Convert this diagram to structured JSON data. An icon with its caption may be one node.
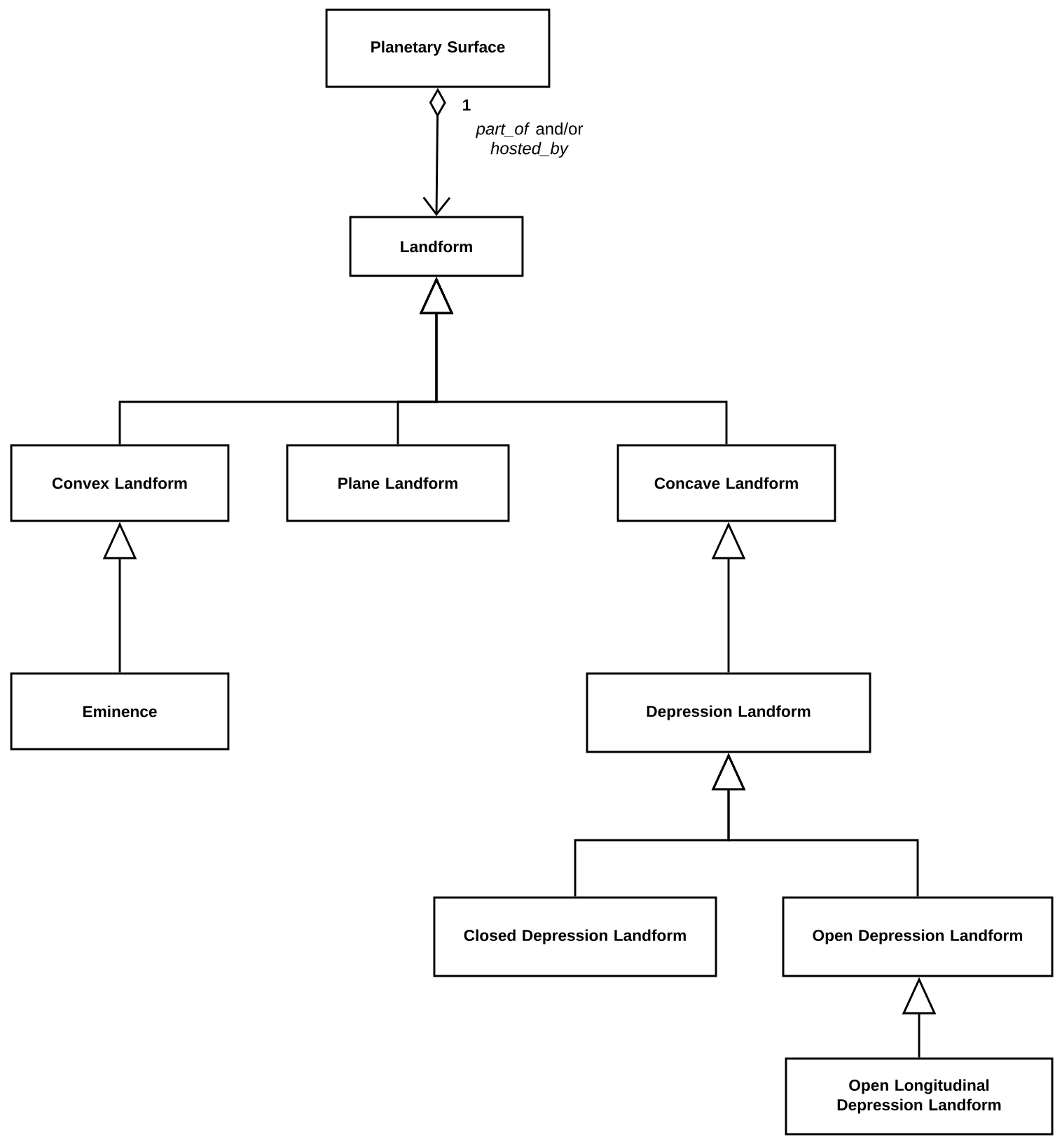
{
  "diagram": {
    "nodes": [
      {
        "text": [
          "Planetary Surface"
        ]
      },
      {
        "text": [
          "Landform"
        ]
      },
      {
        "text": [
          "Convex Landform"
        ]
      },
      {
        "text": [
          "Plane Landform"
        ]
      },
      {
        "text": [
          "Concave Landform"
        ]
      },
      {
        "text": [
          "Eminence"
        ]
      },
      {
        "text": [
          "Depression Landform"
        ]
      },
      {
        "text": [
          "Closed Depression Landform"
        ]
      },
      {
        "text": [
          "Open Depression Landform"
        ]
      },
      {
        "text": [
          "Open Longitudinal Depression Landform"
        ]
      }
    ],
    "edges": [
      {
        "from": 0,
        "to": 1,
        "arrow": "to",
        "label": "*part_of* and/or *hosted_by*"
      },
      {
        "from": 2,
        "to": 1,
        "arrow": "to"
      },
      {
        "from": 3,
        "to": 1,
        "arrow": "to"
      },
      {
        "from": 4,
        "to": 1,
        "arrow": "to"
      },
      {
        "from": 5,
        "to": 2,
        "arrow": "to"
      },
      {
        "from": 6,
        "to": 4,
        "arrow": "to"
      },
      {
        "from": 7,
        "to": 6,
        "arrow": "to"
      },
      {
        "from": 8,
        "to": 6,
        "arrow": "to"
      },
      {
        "from": 9,
        "to": 8,
        "arrow": "to"
      }
    ],
    "labels": [
      "1"
    ]
  }
}
